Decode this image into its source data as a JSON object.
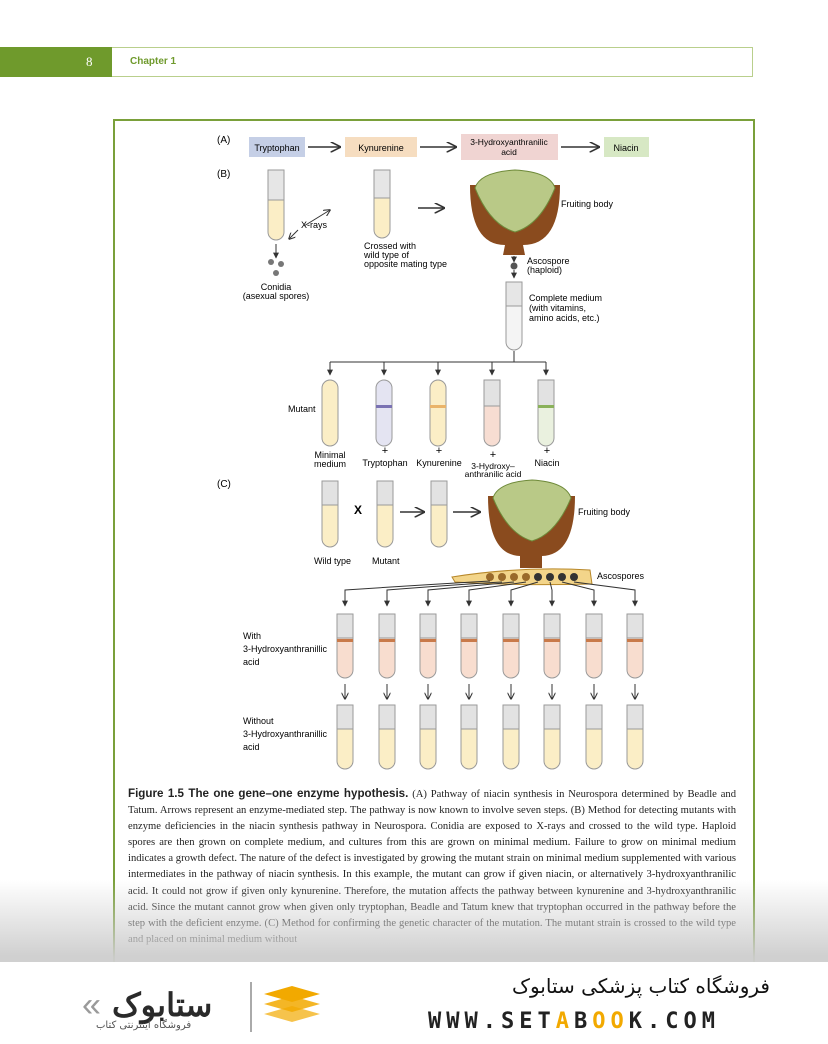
{
  "header": {
    "page_number": "8",
    "chapter": "Chapter 1"
  },
  "figure": {
    "panel_a": {
      "label": "(A)",
      "pathway": [
        "Tryptophan",
        "Kynurenine",
        "3-Hydroxyanthranilic acid",
        "Niacin"
      ]
    },
    "panel_b": {
      "label": "(B)",
      "xrays": "X-rays",
      "conidia": [
        "Conidia",
        "(asexual spores)"
      ],
      "crossed": [
        "Crossed with",
        "wild type of",
        "opposite mating type"
      ],
      "fruiting_body": "Fruiting body",
      "ascospore": [
        "Ascospore",
        "(haploid)"
      ],
      "complete_medium": [
        "Complete medium",
        "(with vitamins,",
        "amino acids, etc.)"
      ],
      "mutant": "Mutant",
      "media": [
        "Minimal medium",
        "Tryptophan",
        "Kynurenine",
        "3-Hydroxy-anthranilic acid",
        "Niacin"
      ],
      "plus": "+"
    },
    "panel_c": {
      "label": "(C)",
      "wild_type": "Wild type",
      "x": "X",
      "mutant": "Mutant",
      "fruiting_body": "Fruiting body",
      "ascospores": "Ascospores",
      "with_label": [
        "With",
        "3-Hydroxyanthranillic",
        "acid"
      ],
      "without_label": [
        "Without",
        "3-Hydroxyanthranillic",
        "acid"
      ]
    }
  },
  "caption": {
    "title": "Figure 1.5 The one gene–one enzyme hypothesis.",
    "text": "(A) Pathway of niacin synthesis in Neurospora determined by Beadle and Tatum. Arrows represent an enzyme-mediated step. The pathway is now known to involve seven steps. (B) Method for detecting mutants with enzyme deficiencies in the niacin synthesis pathway in Neurospora. Conidia are exposed to X-rays and crossed to the wild type. Haploid spores are then grown on complete medium, and cultures from this are grown on minimal medium. Failure to grow on minimal medium indicates a growth defect. The nature of the defect is investigated by growing the mutant strain on minimal medium supplemented with various intermediates in the pathway of niacin synthesis. In this example, the mutant can grow if given niacin, or alternatively 3-hydroxyanthranilic acid. It could not grow if given only kynurenine. Therefore, the mutation affects the pathway between kynurenine and 3-hydroxyanthranilic acid. Since the mutant cannot grow when given only tryptophan, Beadle and Tatum knew that tryptophan occurred in the pathway before the step with the deficient enzyme. (C) Method for confirming the genetic character of the mutation. The mutant strain is crossed to the wild type and placed on minimal medium without"
  },
  "footer": {
    "store_name": "فروشگاه کتاب پزشکی ستابوک",
    "url_parts": [
      "WWW.SET",
      "A",
      "B",
      "OO",
      "K.COM"
    ],
    "logo_subtitle": "فروشگاه اینترنتی کتاب",
    "colors": {
      "accent": "#f2a900",
      "header_green": "#6f9a2c"
    }
  }
}
